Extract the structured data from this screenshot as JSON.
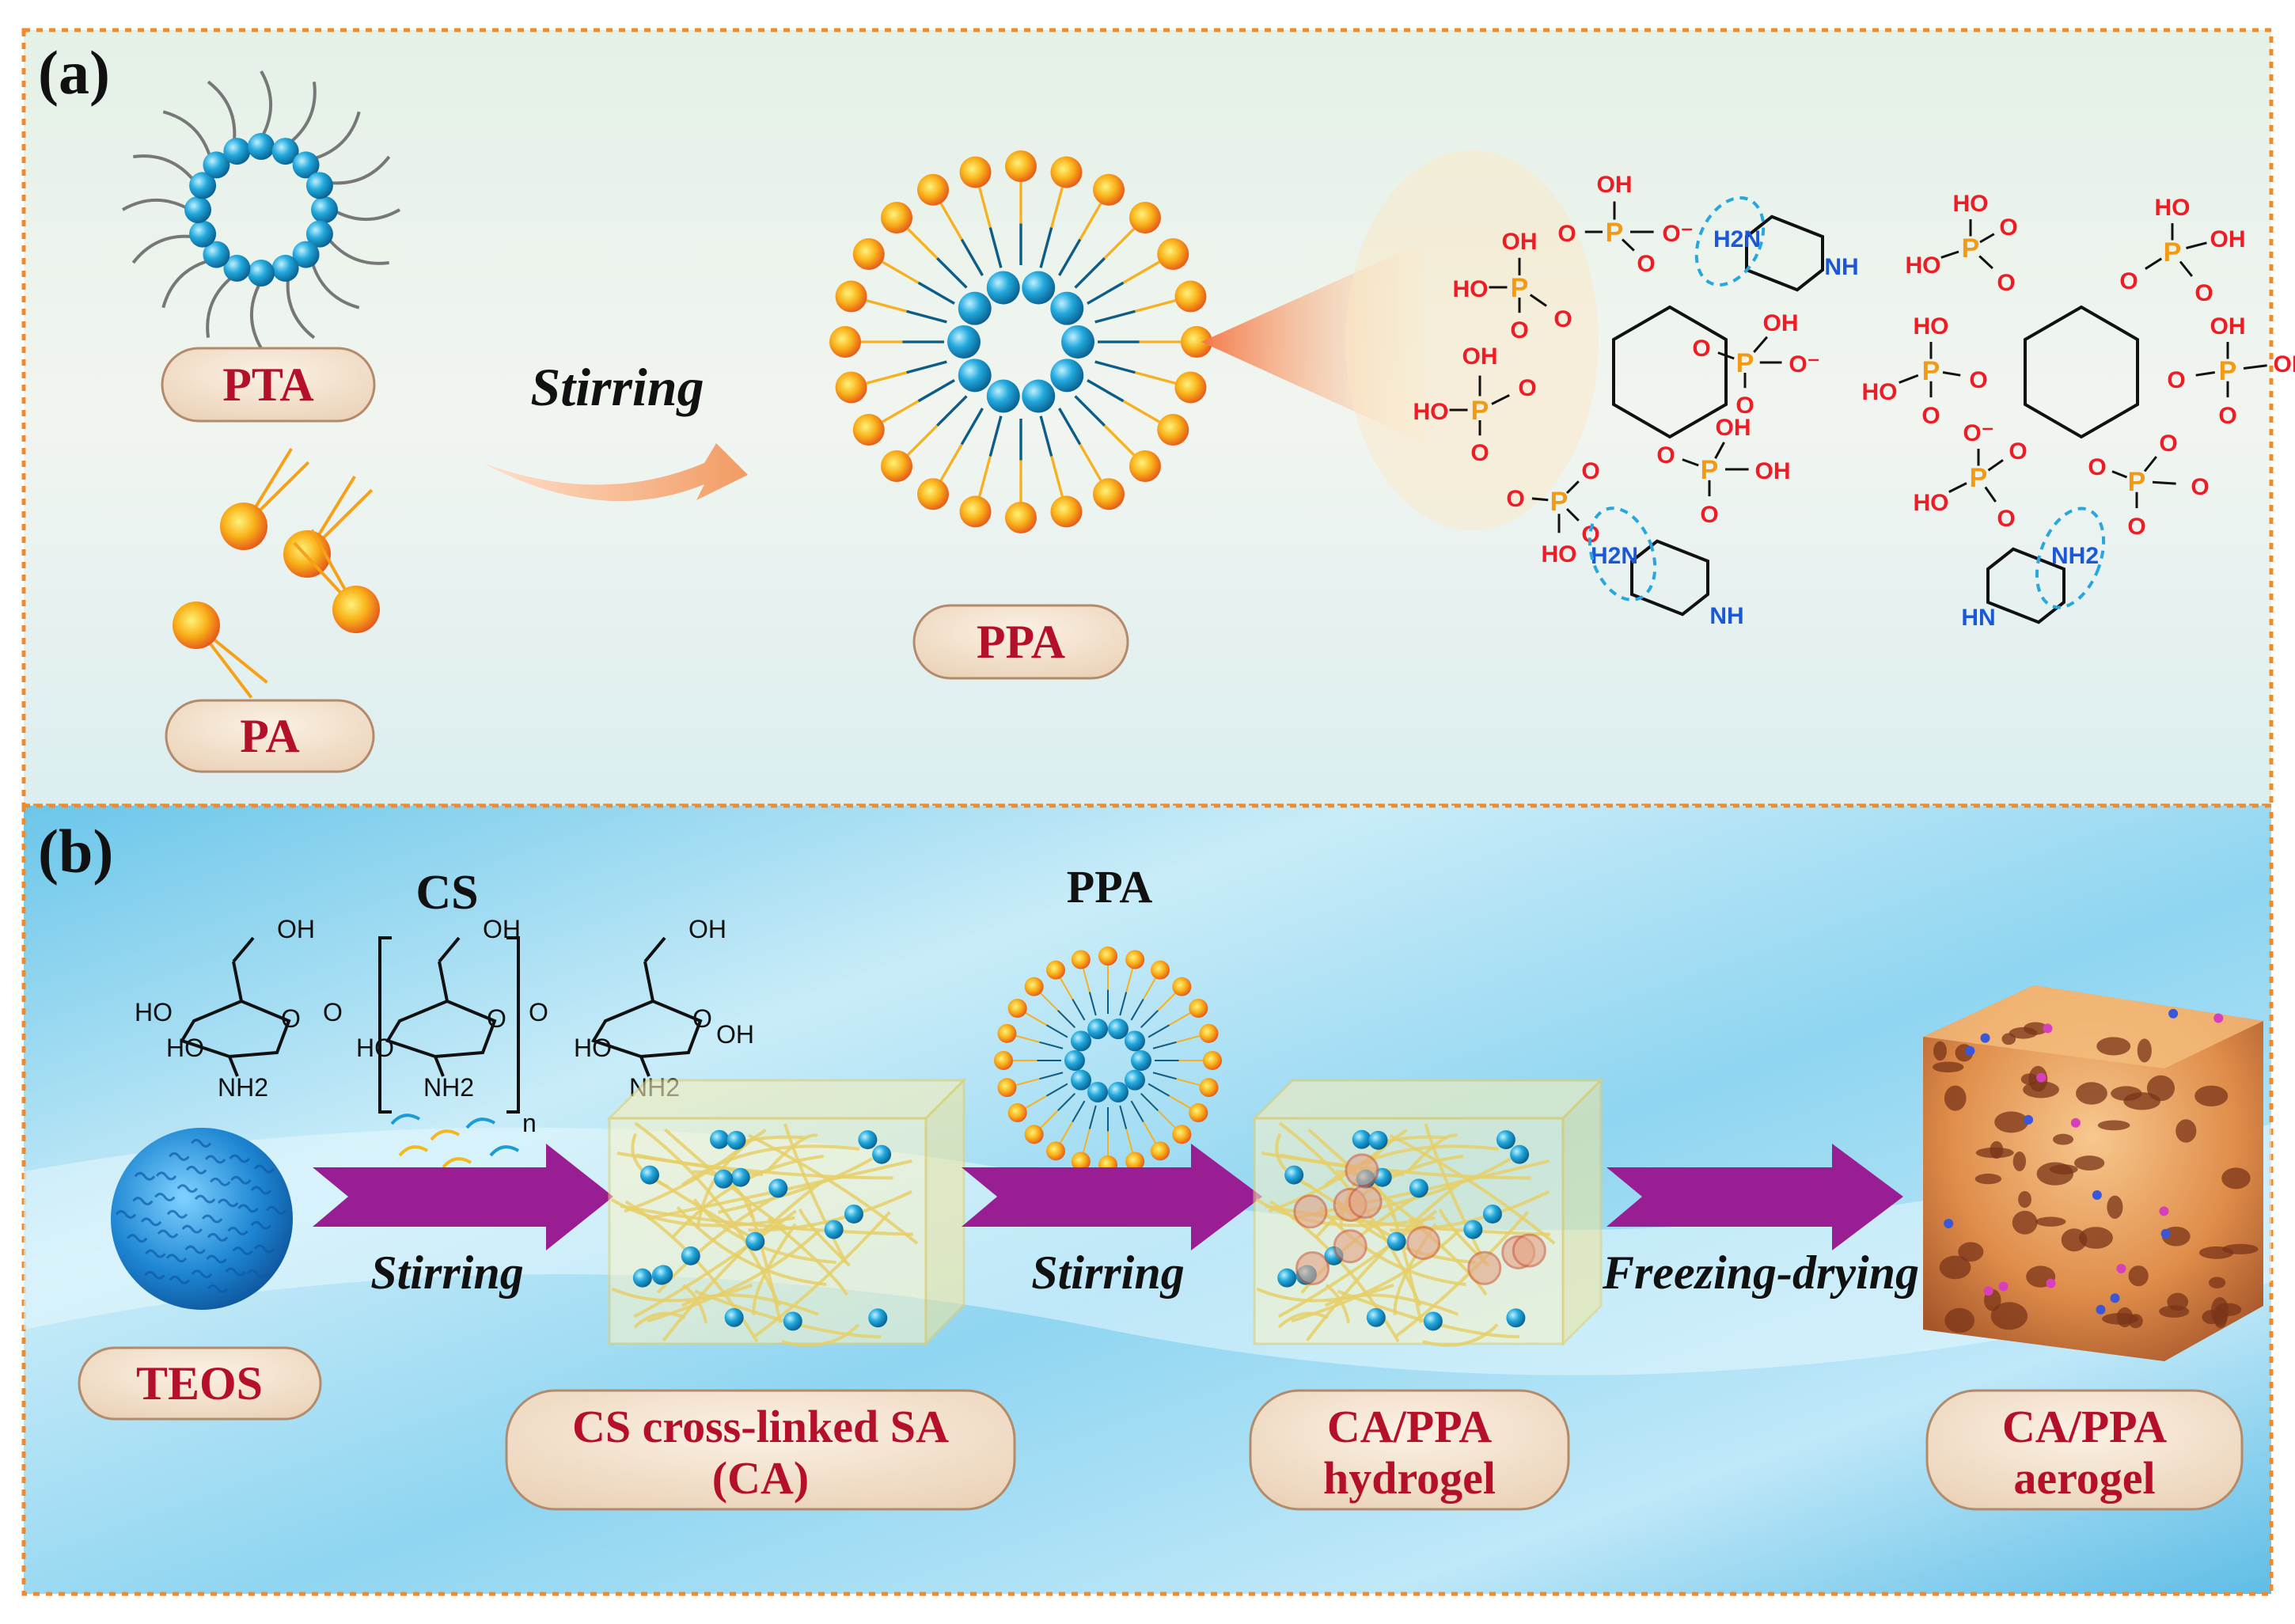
{
  "panel_a": {
    "label": "(a)",
    "pta_label": "PTA",
    "pa_label": "PA",
    "stirring_label": "Stirring",
    "ppa_label": "PPA",
    "structure_left": {
      "h2n_top": "H2N",
      "nh_top": "NH",
      "h2n_bottom": "H2N",
      "nh_bottom": "NH"
    },
    "structure_right": {
      "nh2": "NH2",
      "hn": "HN"
    },
    "atom_labels": {
      "ho": "HO",
      "oh": "OH",
      "p": "P",
      "o": "O",
      "o_minus": "O⁻"
    }
  },
  "panel_b": {
    "label": "(b)",
    "cs_label": "CS",
    "ppa_label": "PPA",
    "stirring_1": "Stirring",
    "stirring_2": "Stirring",
    "freezing_drying": "Freezing-drying",
    "teos_label": "TEOS",
    "ca_label_line1": "CS cross-linked SA",
    "ca_label_line2": "(CA)",
    "hydrogel_line1": "CA/PPA",
    "hydrogel_line2": "hydrogel",
    "aerogel_line1": "CA/PPA",
    "aerogel_line2": "aerogel",
    "cs_structure": {
      "oh": "OH",
      "ho": "HO",
      "nh2": "NH2",
      "o": "O",
      "n": "n"
    }
  },
  "colors": {
    "label_red": "#b5102a",
    "pill_fill": "#f3e2cf",
    "dashed_orange": "#f08a2a",
    "arrow_purple": "#9a1e93",
    "phosphorus": "#f39a12",
    "oxygen_red": "#ee1c25",
    "nitrogen_blue": "#1b57d6",
    "sphere_blue": "#1fa3d8",
    "sphere_orange": "#f6a11a"
  }
}
